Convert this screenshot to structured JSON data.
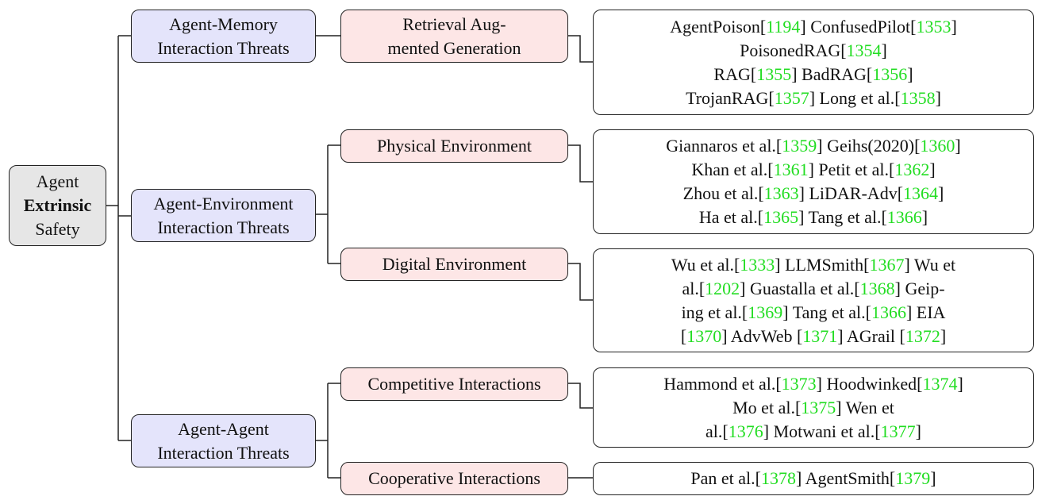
{
  "root": {
    "line1": "Agent",
    "line2_bold": "Extrinsic",
    "line3": "Safety"
  },
  "categories": [
    {
      "lines": [
        "Agent-Memory",
        "Interaction Threats"
      ]
    },
    {
      "lines": [
        "Agent-Environment",
        "Interaction Threats"
      ]
    },
    {
      "lines": [
        "Agent-Agent",
        "Interaction Threats"
      ]
    }
  ],
  "subcategories": [
    {
      "lines": [
        "Retrieval Aug-",
        "mented Generation"
      ]
    },
    {
      "lines": [
        "Physical Environment"
      ]
    },
    {
      "lines": [
        "Digital Environment"
      ]
    },
    {
      "lines": [
        "Competitive Interactions"
      ]
    },
    {
      "lines": [
        "Cooperative Interactions"
      ]
    }
  ],
  "leaves": [
    {
      "lines": [
        [
          [
            "AgentPoison[",
            ""
          ],
          [
            "1194",
            "ref"
          ],
          [
            "] ConfusedPilot[",
            ""
          ],
          [
            "1353",
            "ref"
          ],
          [
            "]",
            ""
          ]
        ],
        [
          [
            "PoisonedRAG[",
            ""
          ],
          [
            "1354",
            "ref"
          ],
          [
            "]",
            ""
          ]
        ],
        [
          [
            "RAG[",
            ""
          ],
          [
            "1355",
            "ref"
          ],
          [
            "] BadRAG[",
            ""
          ],
          [
            "1356",
            "ref"
          ],
          [
            "]",
            ""
          ]
        ],
        [
          [
            "TrojanRAG[",
            ""
          ],
          [
            "1357",
            "ref"
          ],
          [
            "] Long et al.[",
            ""
          ],
          [
            "1358",
            "ref"
          ],
          [
            "]",
            ""
          ]
        ]
      ]
    },
    {
      "lines": [
        [
          [
            "Giannaros et al.[",
            ""
          ],
          [
            "1359",
            "ref"
          ],
          [
            "] Geihs(2020)[",
            ""
          ],
          [
            "1360",
            "ref"
          ],
          [
            "]",
            ""
          ]
        ],
        [
          [
            "Khan et al.[",
            ""
          ],
          [
            "1361",
            "ref"
          ],
          [
            "] Petit et al.[",
            ""
          ],
          [
            "1362",
            "ref"
          ],
          [
            "]",
            ""
          ]
        ],
        [
          [
            "Zhou et al.[",
            ""
          ],
          [
            "1363",
            "ref"
          ],
          [
            "] LiDAR-Adv[",
            ""
          ],
          [
            "1364",
            "ref"
          ],
          [
            "]",
            ""
          ]
        ],
        [
          [
            "Ha et al.[",
            ""
          ],
          [
            "1365",
            "ref"
          ],
          [
            "] Tang et al.[",
            ""
          ],
          [
            "1366",
            "ref"
          ],
          [
            "]",
            ""
          ]
        ]
      ]
    },
    {
      "lines": [
        [
          [
            "Wu et al.[",
            ""
          ],
          [
            "1333",
            "ref"
          ],
          [
            "] LLMSmith[",
            ""
          ],
          [
            "1367",
            "ref"
          ],
          [
            "] Wu et",
            ""
          ]
        ],
        [
          [
            "al.[",
            ""
          ],
          [
            "1202",
            "ref"
          ],
          [
            "] Guastalla et al.[",
            ""
          ],
          [
            "1368",
            "ref"
          ],
          [
            "] Geip-",
            ""
          ]
        ],
        [
          [
            "ing et al.[",
            ""
          ],
          [
            "1369",
            "ref"
          ],
          [
            "] Tang et al.[",
            ""
          ],
          [
            "1366",
            "ref"
          ],
          [
            "] EIA",
            ""
          ]
        ],
        [
          [
            "[",
            ""
          ],
          [
            "1370",
            "ref"
          ],
          [
            "] AdvWeb [",
            ""
          ],
          [
            "1371",
            "ref"
          ],
          [
            "] AGrail [",
            ""
          ],
          [
            "1372",
            "ref"
          ],
          [
            "]",
            ""
          ]
        ]
      ]
    },
    {
      "lines": [
        [
          [
            "Hammond et al.[",
            ""
          ],
          [
            "1373",
            "ref"
          ],
          [
            "] Hoodwinked[",
            ""
          ],
          [
            "1374",
            "ref"
          ],
          [
            "]",
            ""
          ]
        ],
        [
          [
            "Mo et al.[",
            ""
          ],
          [
            "1375",
            "ref"
          ],
          [
            "] Wen et",
            ""
          ]
        ],
        [
          [
            "al.[",
            ""
          ],
          [
            "1376",
            "ref"
          ],
          [
            "] Motwani et al.[",
            ""
          ],
          [
            "1377",
            "ref"
          ],
          [
            "]",
            ""
          ]
        ]
      ]
    },
    {
      "lines": [
        [
          [
            "Pan et al.[",
            ""
          ],
          [
            "1378",
            "ref"
          ],
          [
            "] AgentSmith[",
            ""
          ],
          [
            "1379",
            "ref"
          ],
          [
            "]",
            ""
          ]
        ]
      ]
    }
  ]
}
